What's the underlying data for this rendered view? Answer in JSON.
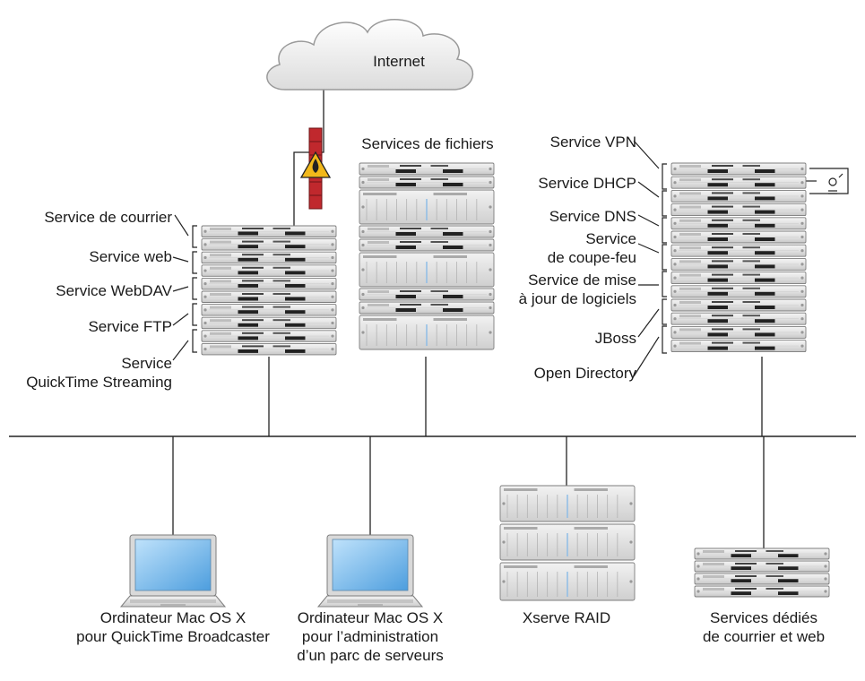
{
  "cloud": {
    "label": "Internet"
  },
  "file_services": {
    "label": "Services de fichiers"
  },
  "left_rack": {
    "labels": [
      {
        "lines": [
          "Service de courrier"
        ]
      },
      {
        "lines": [
          "Service web"
        ]
      },
      {
        "lines": [
          "Service WebDAV"
        ]
      },
      {
        "lines": [
          "Service FTP"
        ]
      },
      {
        "lines": [
          "Service",
          "QuickTime Streaming"
        ]
      }
    ]
  },
  "right_rack": {
    "labels": [
      {
        "lines": [
          "Service VPN"
        ]
      },
      {
        "lines": [
          "Service DHCP"
        ]
      },
      {
        "lines": [
          "Service DNS"
        ]
      },
      {
        "lines": [
          "Service",
          "de coupe-feu"
        ]
      },
      {
        "lines": [
          "Service de mise",
          "à jour de logiciels"
        ]
      },
      {
        "lines": [
          "JBoss"
        ]
      },
      {
        "lines": [
          "Open Directory"
        ]
      }
    ]
  },
  "bottom_nodes": [
    {
      "lines": [
        "Ordinateur Mac OS X",
        "pour QuickTime Broadcaster"
      ]
    },
    {
      "lines": [
        "Ordinateur Mac OS X",
        "pour l’administration",
        "d’un parc de serveurs"
      ]
    },
    {
      "lines": [
        "Xserve RAID"
      ]
    },
    {
      "lines": [
        "Services dédiés",
        "de courrier et web"
      ]
    }
  ],
  "icons": {
    "cloud": "cloud-icon",
    "firewall": "firewall-icon",
    "warning": "warning-icon",
    "vpn": "vpn-lock-icon",
    "laptop": "laptop-icon",
    "server": "server-icon",
    "raid": "raid-icon"
  }
}
